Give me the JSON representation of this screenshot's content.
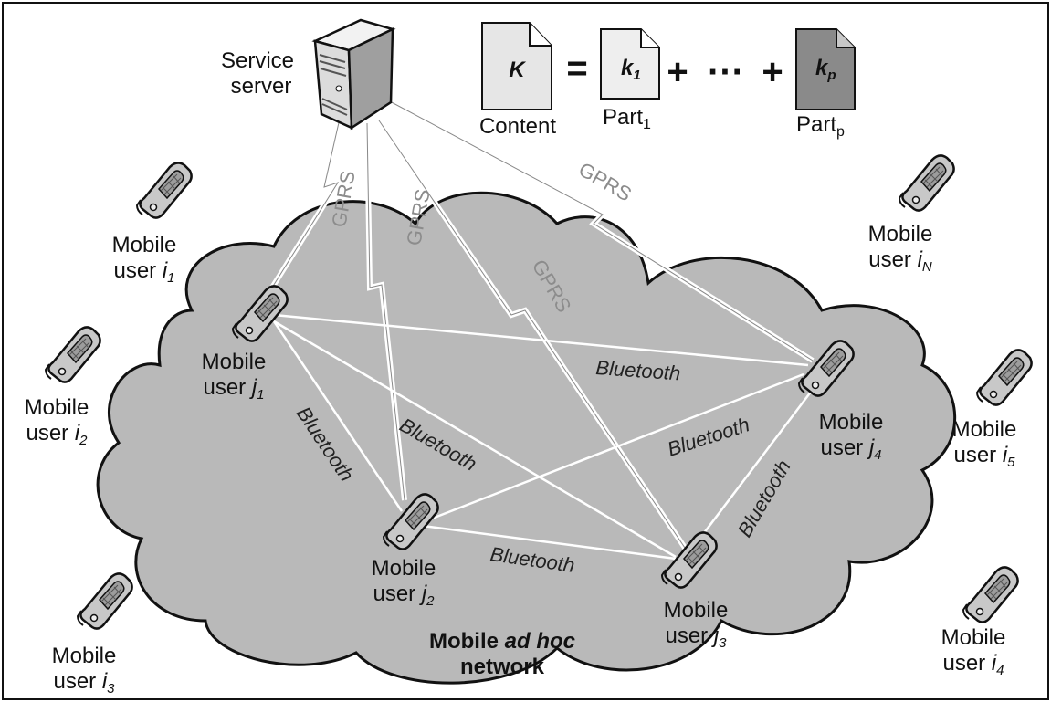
{
  "server": {
    "label_line1": "Service",
    "label_line2": "server"
  },
  "content_eq": {
    "content_letter": "K",
    "content_label": "Content",
    "equals": "=",
    "part1_letter": "k",
    "part1_sub": "1",
    "part1_label": "Part",
    "part1_label_sub": "1",
    "plus1": "+",
    "dots": "···",
    "plus2": "+",
    "partp_letter": "k",
    "partp_sub": "p",
    "partp_label": "Part",
    "partp_label_sub": "p"
  },
  "cloud": {
    "line1_bold": "Mobile ",
    "line1_italic": "ad hoc",
    "line2": "network"
  },
  "link_labels": {
    "gprs": [
      "GPRS",
      "GPRS",
      "GPRS",
      "GPRS"
    ],
    "bluetooth": [
      "Bluetooth",
      "Bluetooth",
      "Bluetooth",
      "Bluetooth",
      "Bluetooth",
      "Bluetooth"
    ]
  },
  "users": {
    "i1": {
      "line1": "Mobile",
      "line2": "user ",
      "var": "i",
      "sub": "1"
    },
    "i2": {
      "line1": "Mobile",
      "line2": "user ",
      "var": "i",
      "sub": "2"
    },
    "i3": {
      "line1": "Mobile",
      "line2": "user ",
      "var": "i",
      "sub": "3"
    },
    "i4": {
      "line1": "Mobile",
      "line2": "user ",
      "var": "i",
      "sub": "4"
    },
    "i5": {
      "line1": "Mobile",
      "line2": "user ",
      "var": "i",
      "sub": "5"
    },
    "iN": {
      "line1": "Mobile",
      "line2": "user ",
      "var": "i",
      "sub": "N"
    },
    "j1": {
      "line1": "Mobile",
      "line2": "user ",
      "var": "j",
      "sub": "1"
    },
    "j2": {
      "line1": "Mobile",
      "line2": "user ",
      "var": "j",
      "sub": "2"
    },
    "j3": {
      "line1": "Mobile",
      "line2": "user ",
      "var": "j",
      "sub": "3"
    },
    "j4": {
      "line1": "Mobile",
      "line2": "user ",
      "var": "j",
      "sub": "4"
    }
  },
  "colors": {
    "cloud_fill": "#b9b9b9",
    "phone_fill": "#c8c8c8",
    "part_p_fill": "#8a8a8a",
    "doc_fill": "#e6e6e6",
    "link_line": "#ffffff"
  }
}
